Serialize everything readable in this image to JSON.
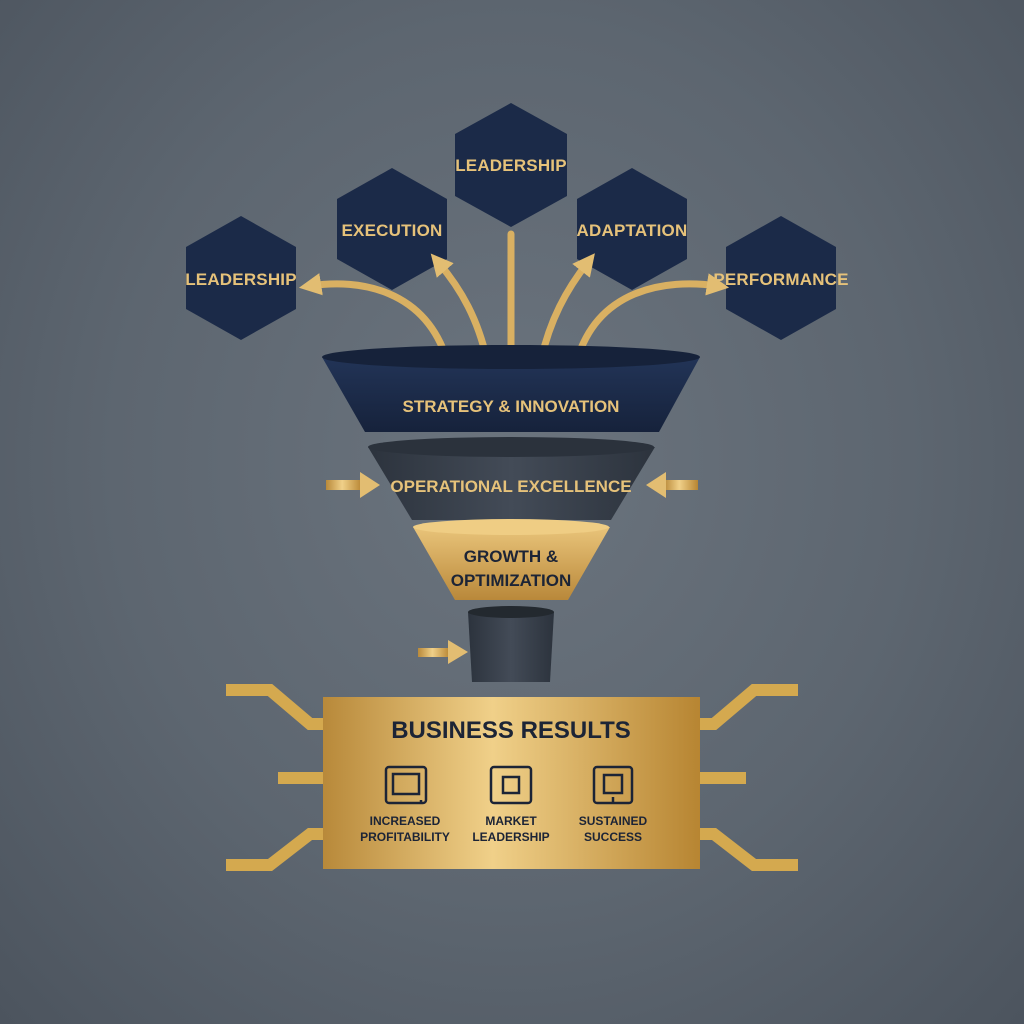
{
  "hexagons": [
    {
      "label": "LEADERSHIP"
    },
    {
      "label": "EXECUTION"
    },
    {
      "label": "LEADERSHIP"
    },
    {
      "label": "ADAPTATION"
    },
    {
      "label": "PERFORMANCE"
    }
  ],
  "funnel": {
    "stage1": "STRATEGY & INNOVATION",
    "stage2": "OPERATIONAL EXCELLENCE",
    "stage3_line1": "GROWTH &",
    "stage3_line2": "OPTIMIZATION"
  },
  "results": {
    "title": "BUSINESS RESULTS",
    "items": [
      {
        "line1": "INCREASED",
        "line2": "PROFITABILITY",
        "icon": "monitor-icon"
      },
      {
        "line1": "MARKET",
        "line2": "LEADERSHIP",
        "icon": "square-target-icon"
      },
      {
        "line1": "SUSTAINED",
        "line2": "SUCCESS",
        "icon": "badge-icon"
      }
    ]
  },
  "colors": {
    "navy": "#1b2a48",
    "gold": "#d4a94f",
    "charcoal": "#3a424d",
    "background": "#5d6670"
  }
}
